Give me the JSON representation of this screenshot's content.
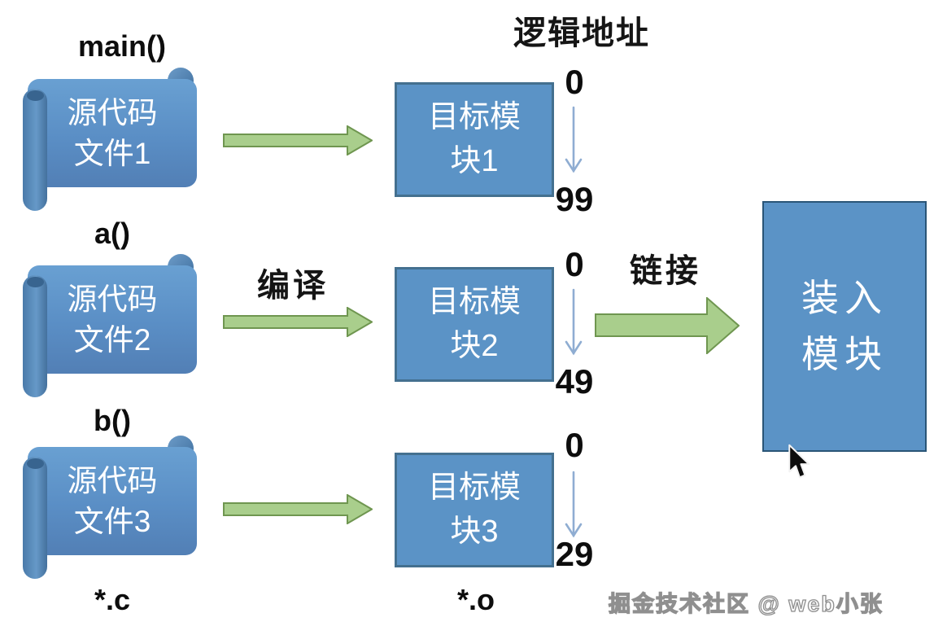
{
  "title": "逻辑地址",
  "compile_label": "编译",
  "link_label": "链接",
  "source_ext": "*.c",
  "object_ext": "*.o",
  "source_files": [
    {
      "name": "main()",
      "label": "源代码\n文件1"
    },
    {
      "name": "a()",
      "label": "源代码\n文件2"
    },
    {
      "name": "b()",
      "label": "源代码\n文件3"
    }
  ],
  "object_modules": [
    {
      "label": "目标模\n块1",
      "start": "0",
      "end": "99"
    },
    {
      "label": "目标模\n块2",
      "start": "0",
      "end": "49"
    },
    {
      "label": "目标模\n块3",
      "start": "0",
      "end": "29"
    }
  ],
  "load_module": {
    "label": "装入\n模块"
  },
  "watermark": "掘金技术社区 @ web小张",
  "colors": {
    "box_blue": "#5b93c6",
    "box_border": "#44708f",
    "scroll_blue": "#5a8ec5",
    "scroll_roll": "#44719d",
    "arrow_green": "#a9ce8c",
    "arrow_green_border": "#6f9650",
    "address_arrow_blue": "#8fadd2",
    "load_box_border": "#2a5577"
  }
}
